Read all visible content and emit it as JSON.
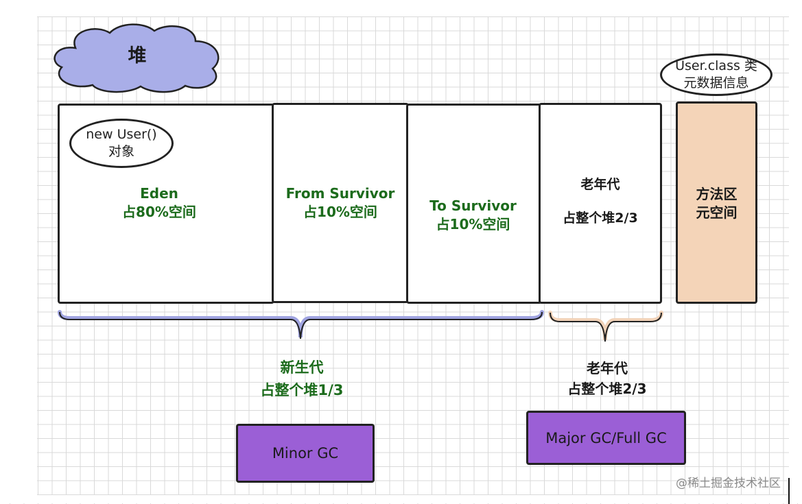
{
  "cloud": {
    "label": "堆"
  },
  "metaspace_note": {
    "line1": "User.class 类",
    "line2": "元数据信息"
  },
  "new_user_note": {
    "line1": "new User()",
    "line2": "对象"
  },
  "regions": {
    "eden": {
      "name": "Eden",
      "share": "占80%空间"
    },
    "from_survivor": {
      "name": "From Survivor",
      "share": "占10%空间"
    },
    "to_survivor": {
      "name": "To Survivor",
      "share": "占10%空间"
    },
    "old_gen": {
      "name": "老年代",
      "share": "占整个堆2/3"
    },
    "method_area": {
      "name": "方法区",
      "share": "元空间"
    }
  },
  "young_brace": {
    "name": "新生代",
    "share": "占整个堆1/3"
  },
  "old_brace": {
    "name": "老年代",
    "share": "占整个堆2/3"
  },
  "gc_buttons": {
    "minor": "Minor GC",
    "major": "Major GC/Full GC"
  },
  "watermark": "@稀土掘金技术社区",
  "colors": {
    "cloud_fill": "#a9aee8",
    "young_brace": "#9fa3e0",
    "old_brace": "#f1d2b8",
    "method_area_fill": "#f4d4b8",
    "gc_fill": "#9b5fd6",
    "region_text_green": "#1c6b1c"
  }
}
